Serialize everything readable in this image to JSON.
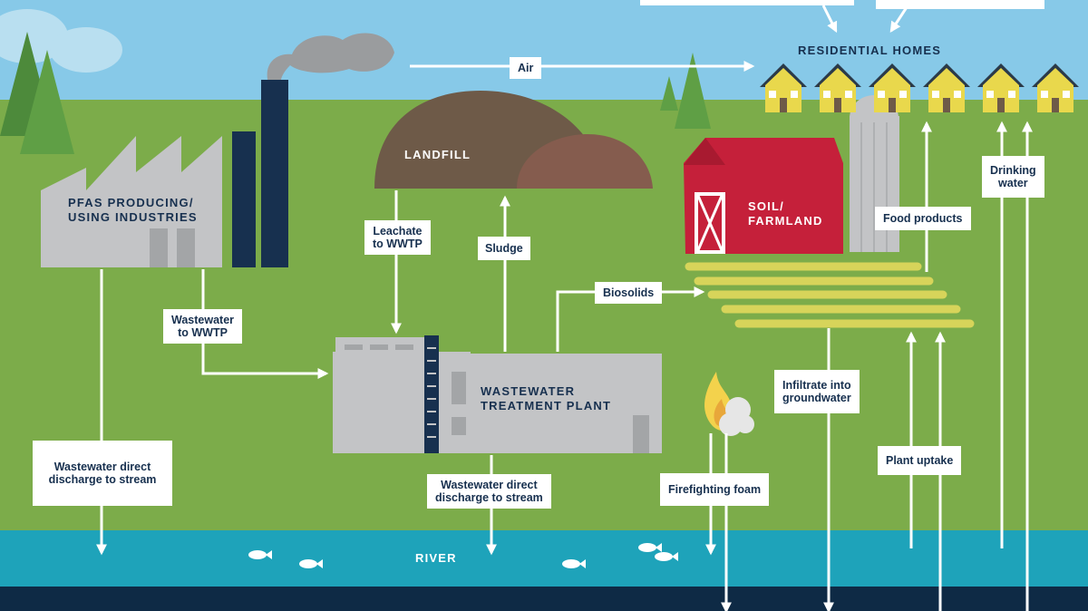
{
  "nodes": {
    "industries": "PFAS PRODUCING/\nUSING INDUSTRIES",
    "landfill": "LANDFILL",
    "wwtp": "WASTEWATER\nTREATMENT PLANT",
    "farmland": "SOIL/\nFARMLAND",
    "homes": "RESIDENTIAL HOMES",
    "river": "RIVER"
  },
  "flows": {
    "air": "Air",
    "leachate": "Leachate\nto WWTP",
    "sludge": "Sludge",
    "biosolids": "Biosolids",
    "wastewater_to_wwtp": "Wastewater\nto WWTP",
    "industry_discharge": "Wastewater direct\ndischarge to stream",
    "wwtp_discharge": "Wastewater direct\ndischarge to stream",
    "firefighting_foam": "Firefighting foam",
    "infiltrate": "Infiltrate into\ngroundwater",
    "plant_uptake": "Plant uptake",
    "food_products": "Food products",
    "drinking_water": "Drinking\nwater"
  },
  "colors": {
    "sky": "#87c9e8",
    "grass": "#7cac4a",
    "river": "#1ea3ba",
    "groundwater": "#0e2a45",
    "building_gray": "#c3c4c6",
    "barn_red": "#c5203a",
    "landfill_brown": "#6e5a48",
    "house_yellow": "#e9d84c",
    "crop_yellow": "#d7d45a",
    "text_navy": "#17304f"
  }
}
